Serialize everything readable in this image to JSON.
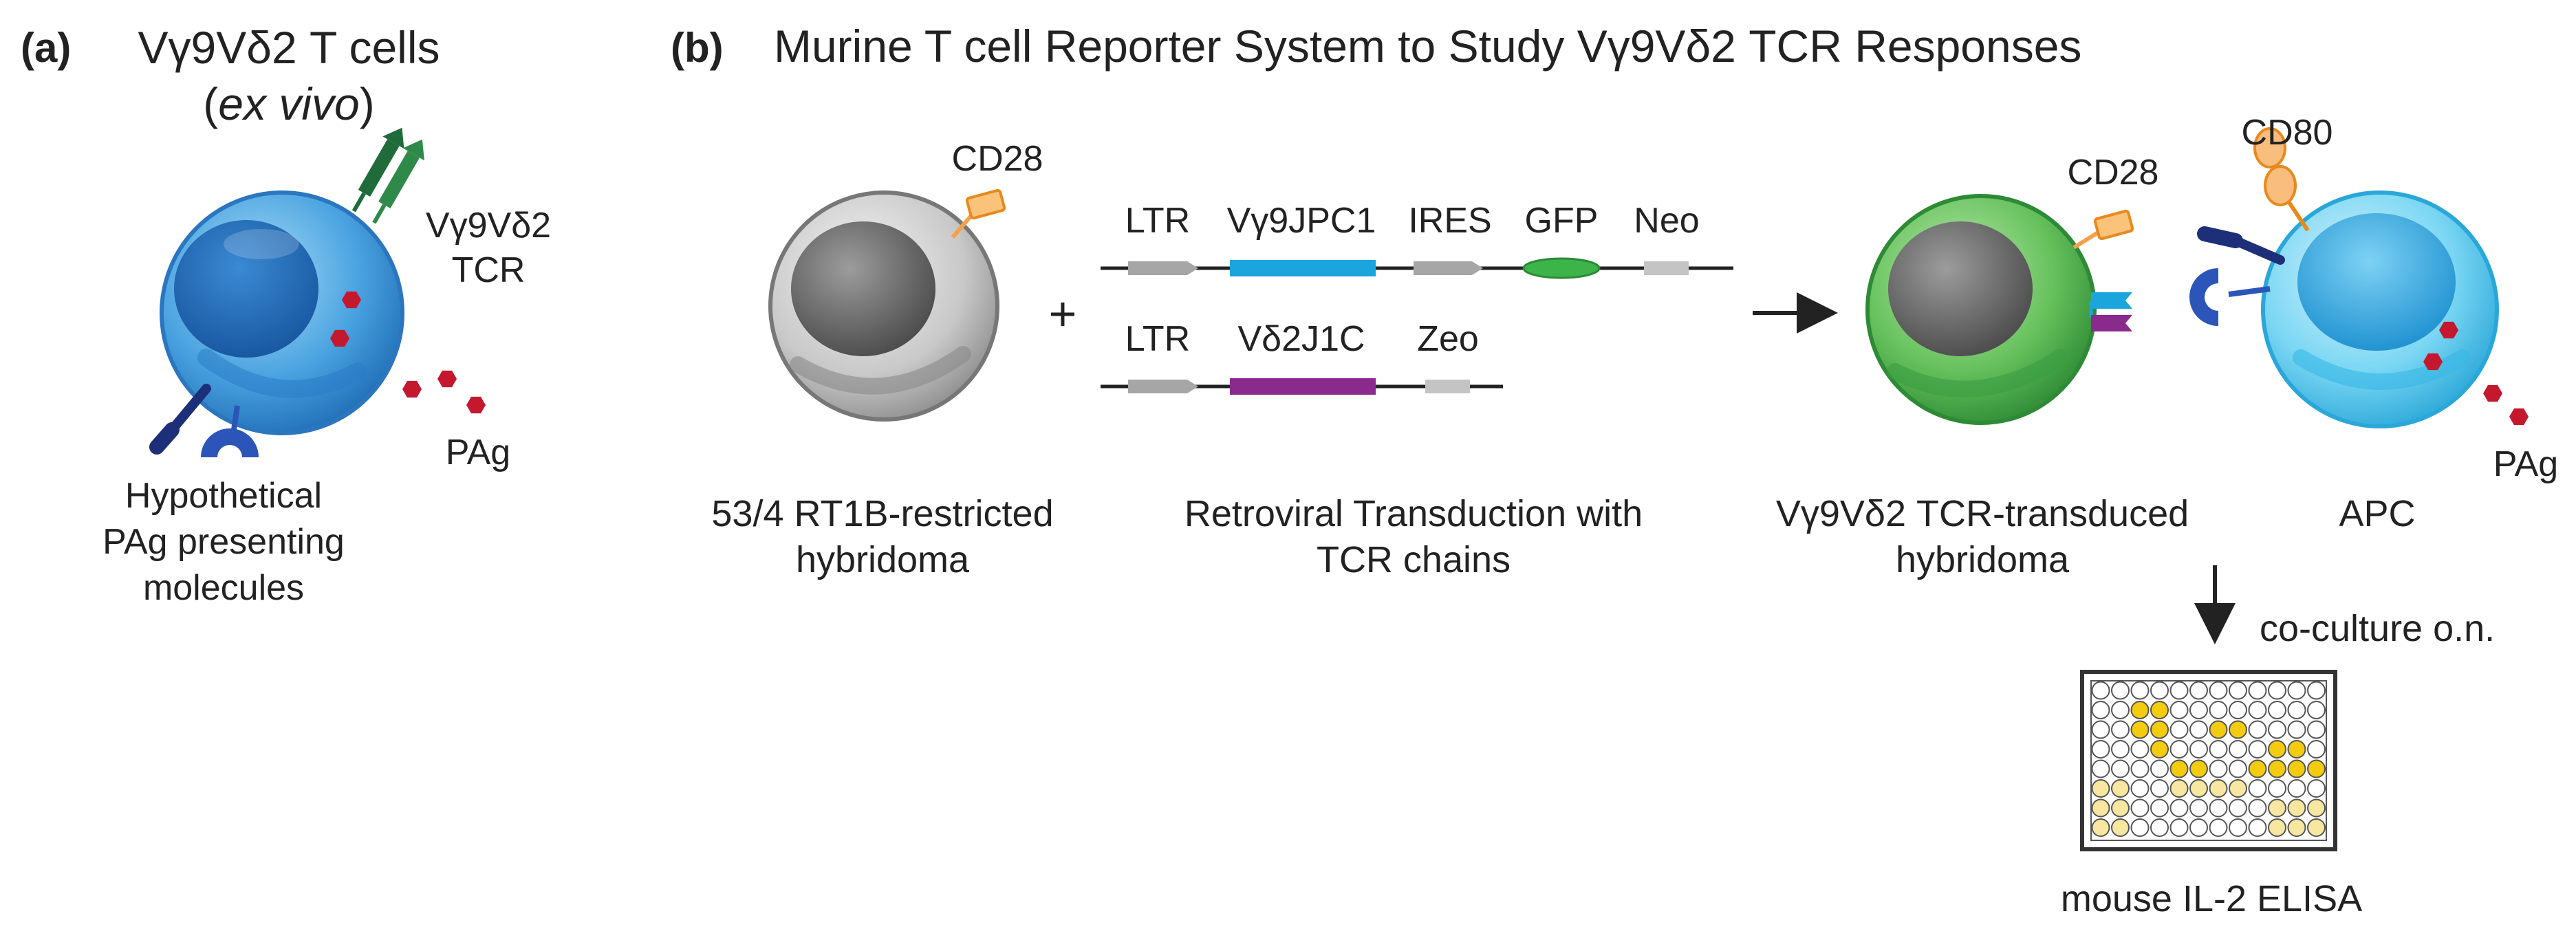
{
  "panel_a": {
    "letter": "(a)",
    "title_line1": "Vγ9Vδ2 T cells",
    "title_line2_open": "(",
    "title_line2_italic": "ex vivo",
    "title_line2_close": ")",
    "tcr_label_line1": "Vγ9Vδ2",
    "tcr_label_line2": "TCR",
    "pag_label": "PAg",
    "caption_line1": "Hypothetical",
    "caption_line2": "PAg presenting",
    "caption_line3": "molecules"
  },
  "panel_b": {
    "letter": "(b)",
    "title": "Murine T cell Reporter System to Study Vγ9Vδ2 TCR Responses",
    "cd28_label": "CD28",
    "plus": "+",
    "construct1": [
      "LTR",
      "Vγ9JPC1",
      "IRES",
      "GFP",
      "Neo"
    ],
    "construct2": [
      "LTR",
      "Vδ2J1C",
      "Zeo"
    ],
    "hybridoma_caption": [
      "53/4 RT1B-restricted",
      "hybridoma"
    ],
    "transduction_caption": [
      "Retroviral Transduction with",
      "TCR chains"
    ],
    "transduced_cd28_label": "CD28",
    "cd80_label": "CD80",
    "transduced_caption": [
      "Vγ9Vδ2 TCR-transduced",
      "hybridoma"
    ],
    "apc_caption": "APC",
    "pag_label": "PAg",
    "coculture_label": "co-culture o.n.",
    "elisa_caption": "mouse IL-2 ELISA"
  },
  "colors": {
    "t_cell_blue": "#3a8fd6",
    "gray_cell": "#b3b3b3",
    "green_cell": "#5fbe5a",
    "apc_cyan": "#56c7ee",
    "tcr_green": "#1f6b3a",
    "pag_red": "#c4182f",
    "cd28_orange": "#f5a04a",
    "vg9_cyan": "#1aa6dc",
    "vd2_purple": "#8a2a8c",
    "gfp_green": "#3cb44a",
    "well_yellow": "#f3cc10",
    "well_pale": "#f8e7a0"
  },
  "elisa_plate": {
    "rows": 8,
    "cols": 12,
    "wells": [
      [
        0,
        0,
        0,
        0,
        0,
        0,
        0,
        0,
        0,
        0,
        0,
        0
      ],
      [
        0,
        0,
        2,
        2,
        0,
        0,
        0,
        0,
        0,
        0,
        0,
        0
      ],
      [
        0,
        0,
        2,
        2,
        0,
        0,
        2,
        2,
        0,
        0,
        0,
        0
      ],
      [
        0,
        0,
        0,
        2,
        0,
        0,
        0,
        0,
        0,
        2,
        2,
        0
      ],
      [
        0,
        0,
        0,
        0,
        2,
        2,
        0,
        0,
        2,
        2,
        2,
        2
      ],
      [
        1,
        1,
        0,
        0,
        1,
        1,
        1,
        1,
        0,
        0,
        0,
        0
      ],
      [
        1,
        1,
        0,
        0,
        0,
        0,
        0,
        0,
        0,
        1,
        1,
        1
      ],
      [
        1,
        1,
        0,
        0,
        0,
        0,
        0,
        0,
        0,
        1,
        1,
        1
      ]
    ]
  }
}
